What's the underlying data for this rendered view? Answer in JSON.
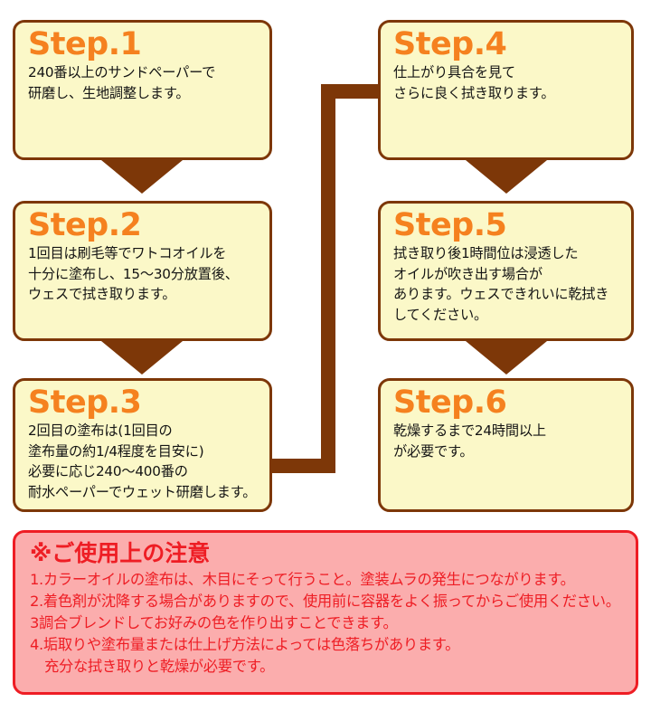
{
  "steps": [
    {
      "id": "step-1",
      "title": "Step.1",
      "body": "240番以上のサンドペーパーで\n研磨し、生地調整します。"
    },
    {
      "id": "step-2",
      "title": "Step.2",
      "body": "1回目は刷毛等でワトコオイルを\n十分に塗布し、15〜30分放置後、\nウェスで拭き取ります。"
    },
    {
      "id": "step-3",
      "title": "Step.3",
      "body": "2回目の塗布は(1回目の\n塗布量の約1/4程度を目安に)\n必要に応じ240〜400番の\n耐水ペーパーでウェット研磨します。"
    },
    {
      "id": "step-4",
      "title": "Step.4",
      "body": "仕上がり具合を見て\nさらに良く拭き取ります。"
    },
    {
      "id": "step-5",
      "title": "Step.5",
      "body": "拭き取り後1時間位は浸透した\nオイルが吹き出す場合が\nあります。ウェスできれいに乾拭き\nしてください。"
    },
    {
      "id": "step-6",
      "title": "Step.6",
      "body": "乾燥するまで24時間以上\nが必要です。"
    }
  ],
  "caution": {
    "heading": "※ご使用上の注意",
    "lines": [
      "1.カラーオイルの塗布は、木目にそって行うこと。塗装ムラの発生につながります。",
      "2.着色剤が沈降する場合がありますので、使用前に容器をよく振ってからご使用ください。",
      "3調合ブレンドしてお好みの色を作り出すことできます。",
      "4.垢取りや塗布量または仕上げ方法によっては色落ちがあります。",
      "　充分な拭き取りと乾燥が必要です。"
    ]
  },
  "colors": {
    "card_background": "#fbf8c8",
    "card_border": "#7d3708",
    "step_title": "#f5811f",
    "body_text": "#141414",
    "connector": "#7d3708",
    "caution_background": "#fbadad",
    "caution_border": "#ee1d24",
    "caution_text": "#ee1d24",
    "page_background": "#ffffff"
  },
  "flow": {
    "arrow_1_2": "arrow-down",
    "arrow_2_3": "arrow-down",
    "arrow_4_5": "arrow-down",
    "arrow_5_6": "arrow-down",
    "connector_3_to_4": "elbow-connector"
  }
}
